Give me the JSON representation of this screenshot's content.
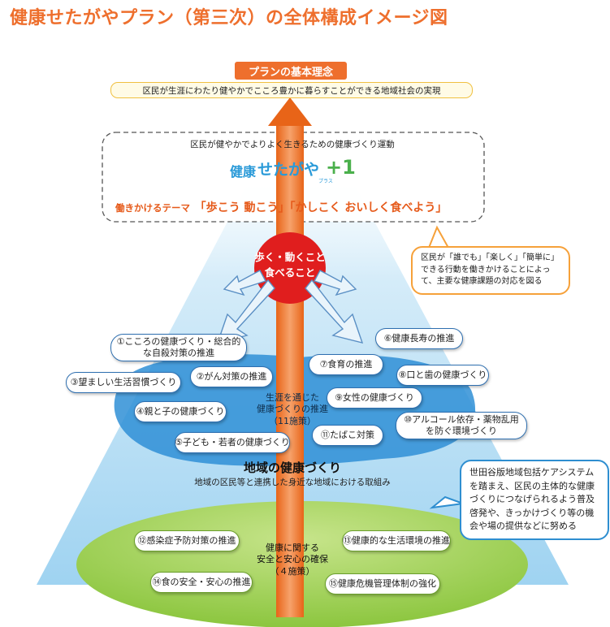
{
  "title": "健康せたがやプラン（第三次）の全体構成イメージ図",
  "philosophy": {
    "label": "プランの基本理念",
    "text": "区民が生涯にわたり健やかでこころ豊かに暮らすことができる地域社会の実現"
  },
  "movement": {
    "text": "区民が健やかでよりよく生きるための健康づくり運動",
    "logo_lines": [
      "健康",
      "せたがや",
      "プラス",
      "+1"
    ],
    "theme_label": "働きかけるテーマ",
    "theme_text": "「歩こう 動こう」「かしこく おいしく食べよう」"
  },
  "core_circle": {
    "line1": "歩く・動くこと",
    "line2": "食べること"
  },
  "note_top": "区民が「誰でも」「楽しく」「簡単に」できる行動を働きかけることによって、主要な健康課題の対応を図る",
  "lifetime": {
    "line1": "生涯を通じた",
    "line2": "健康づくりの推進",
    "line3": "（11施策）"
  },
  "measures": [
    "①こころの健康づくり・総合的な自殺対策の推進",
    "②がん対策の推進",
    "③望ましい生活習慣づくり",
    "④親と子の健康づくり",
    "⑤子ども・若者の健康づくり",
    "⑥健康長寿の推進",
    "⑦食育の推進",
    "⑧口と歯の健康づくり",
    "⑨女性の健康づくり",
    "⑩アルコール依存・薬物乱用を防ぐ環境づくり",
    "⑪たばこ対策"
  ],
  "community": {
    "title": "地域の健康づくり",
    "sub": "地域の区民等と連携した身近な地域における取組み"
  },
  "note_right": "世田谷版地域包括ケアシステムを踏まえ、区民の主体的な健康づくりにつなげられるよう普及啓発や、きっかけづくり等の機会や場の提供などに努める",
  "safety": {
    "line1": "健康に関する",
    "line2": "安全と安心の確保",
    "line3": "（４施策）"
  },
  "safety_measures": [
    "⑫感染症予防対策の推進",
    "⑬健康的な生活環境の推進",
    "⑭食の安全・安心の推進",
    "⑮健康危機管理体制の強化"
  ],
  "colors": {
    "accent": "#ee6f2d",
    "arrow": "#ee7a33",
    "red": "#e01e1e",
    "blue_border": "#2e6fb0",
    "green": "#8cc63f"
  }
}
